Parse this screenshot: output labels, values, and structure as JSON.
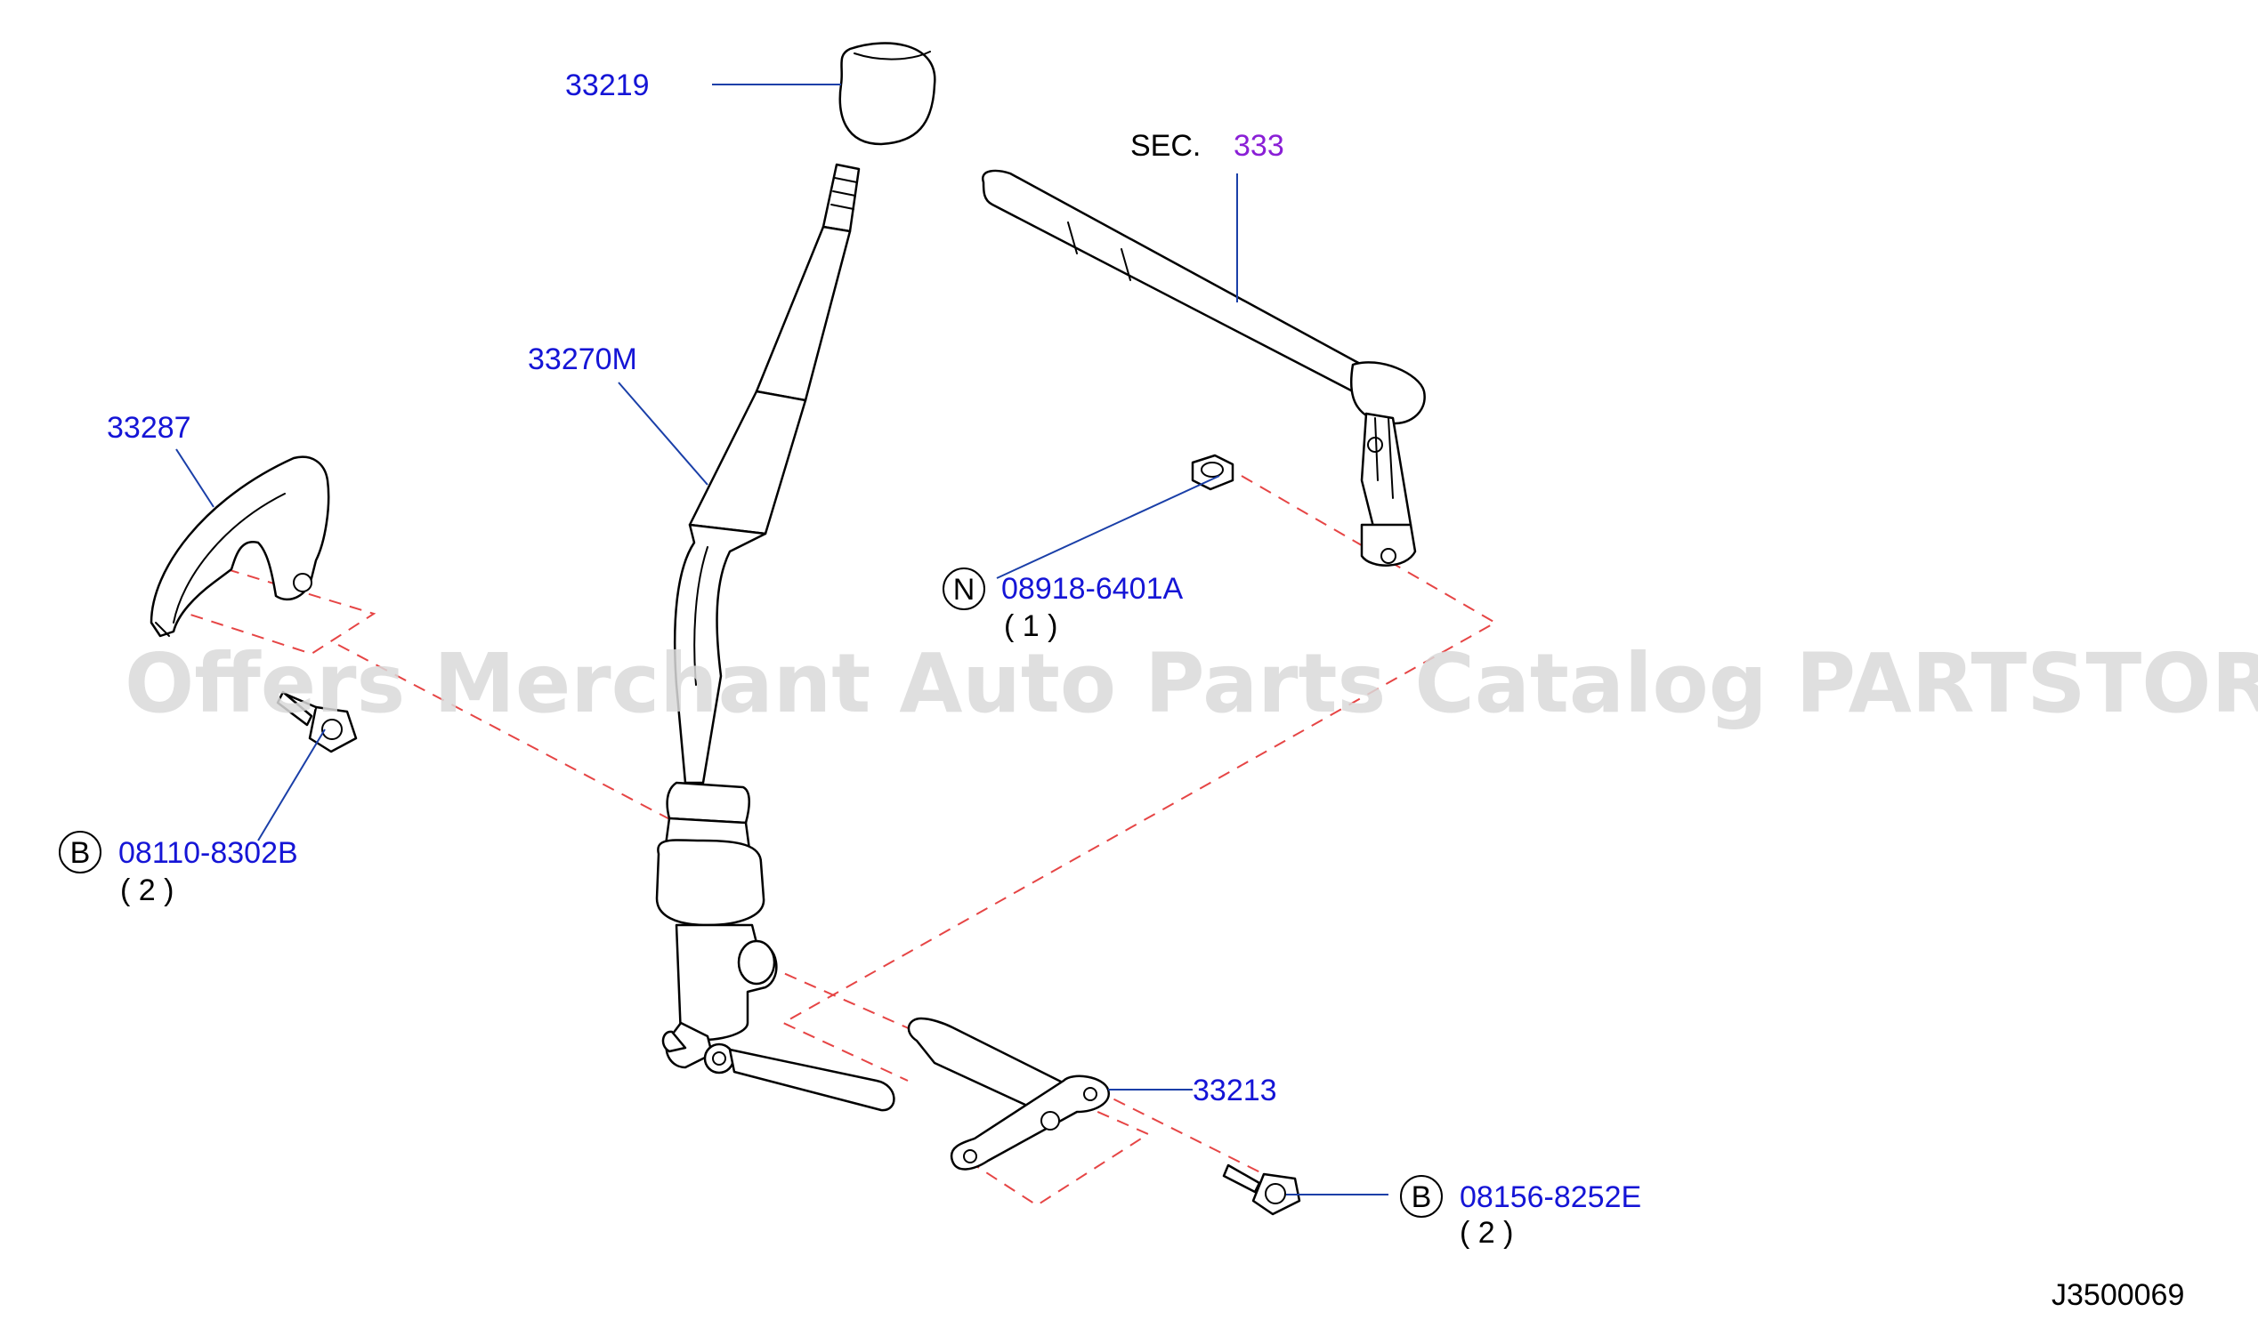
{
  "watermark": "Offers Merchant Auto Parts Catalog PARTSTORE.SA",
  "diagram_id": "J3500069",
  "section_ref": {
    "prefix": "SEC.",
    "number": "333"
  },
  "parts": {
    "knob": {
      "number": "33219"
    },
    "shift_lever": {
      "number": "33270M"
    },
    "cover_plate": {
      "number": "33287"
    },
    "bracket": {
      "number": "33213"
    }
  },
  "fasteners": {
    "nut": {
      "symbol": "N",
      "number": "08918-6401A",
      "qty": "( 1 )"
    },
    "bolt_left": {
      "symbol": "B",
      "number": "08110-8302B",
      "qty": "( 2 )"
    },
    "bolt_right": {
      "symbol": "B",
      "number": "08156-8252E",
      "qty": "( 2 )"
    }
  },
  "colors": {
    "part_number_text": "#1515d6",
    "section_number_text": "#8a1fd6",
    "leader_line": "#1a3fa8",
    "assembly_dash_line": "#e64545",
    "watermark": "#d9d9d9"
  }
}
